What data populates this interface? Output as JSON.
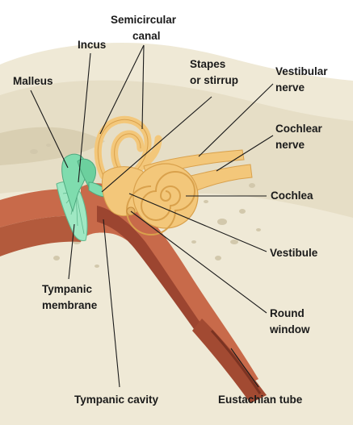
{
  "diagram": {
    "labels": {
      "malleus": "Malleus",
      "incus": "Incus",
      "semicircular_1": "Semicircular",
      "semicircular_2": "canal",
      "stapes_1": "Stapes",
      "stapes_2": "or stirrup",
      "vestibular_1": "Vestibular",
      "vestibular_2": "nerve",
      "cochlear_1": "Cochlear",
      "cochlear_2": "nerve",
      "cochlea": "Cochlea",
      "tympanic_membrane_1": "Tympanic",
      "tympanic_membrane_2": "membrane",
      "vestibule": "Vestibule",
      "round_window_1": "Round",
      "round_window_2": "window",
      "tympanic_cavity": "Tympanic cavity",
      "eustachian_tube": "Eustachian tube"
    },
    "colors": {
      "bone": "#ece6d2",
      "bone_dark": "#d8d0b6",
      "muscle": "#c86a4a",
      "muscle_dark": "#9c4530",
      "ossicle_green": "#7fdcae",
      "inner_ear": "#f3c77a",
      "inner_ear_dark": "#d9a14c",
      "leader_line": "#1a1a1a"
    }
  }
}
